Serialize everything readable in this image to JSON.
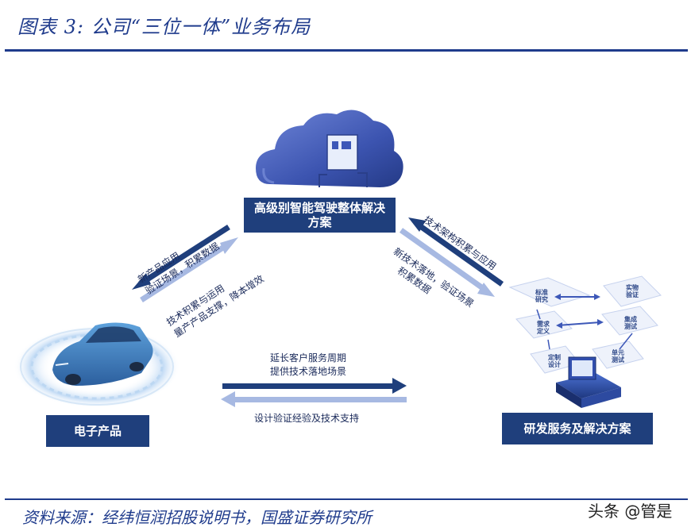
{
  "header": {
    "title": "图表 3:  公司“三位一体”业务布局"
  },
  "nodes": {
    "top": {
      "line1": "高级别智能驾驶整体解决",
      "line2": "方案"
    },
    "left": {
      "label": "电子产品"
    },
    "right": {
      "label": "研发服务及解决方案"
    }
  },
  "edges": {
    "left_outer": {
      "line1": "新产品应用",
      "line2": "验证场景，积累数据"
    },
    "left_inner": {
      "line1": "技术积累与运用",
      "line2": "量产产品支撑，降本增效"
    },
    "right_outer": {
      "line1": "技术架构积累与应用"
    },
    "right_inner": {
      "line1": "新技术落地，验证场景",
      "line2": "积累数据"
    },
    "bottom_upper": {
      "line1": "延长客户服务周期",
      "line2": "提供技术落地场景"
    },
    "bottom_lower": {
      "line1": "设计验证经验及技术支持"
    }
  },
  "workflow_nodes": [
    {
      "name": "标准研究",
      "text": "标准\n研究"
    },
    {
      "name": "实物验证",
      "text": "实物\n验证"
    },
    {
      "name": "需求定义",
      "text": "需求\n定义"
    },
    {
      "name": "集成测试",
      "text": "集成\n测试"
    },
    {
      "name": "定制设计",
      "text": "定制\n设计"
    },
    {
      "name": "单元测试",
      "text": "单元\n测试"
    }
  ],
  "footer": {
    "source": "资料来源：经纬恒润招股说明书，国盛证券研究所",
    "watermark": "头条 @管是"
  },
  "colors": {
    "dark_blue": "#1f3f7c",
    "light_blue": "#a7b9e2",
    "title_blue": "#1f3b8c",
    "car_blue": "#3d7fc0"
  },
  "icons": [
    "cloud-icon",
    "car-icon",
    "workstation-icon"
  ]
}
